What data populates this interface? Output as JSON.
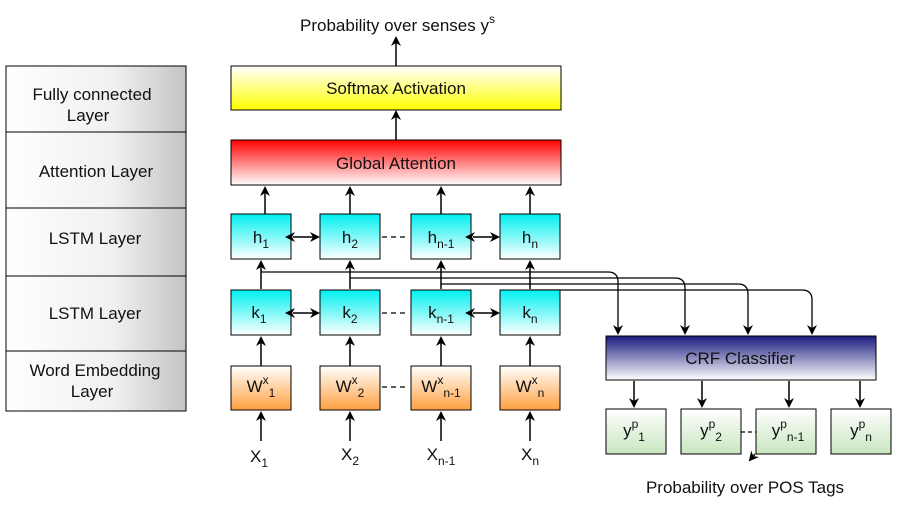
{
  "layers": [
    {
      "label_line1": "Fully connected",
      "label_line2": "Layer"
    },
    {
      "label_line1": "Attention Layer",
      "label_line2": ""
    },
    {
      "label_line1": "LSTM Layer",
      "label_line2": ""
    },
    {
      "label_line1": "LSTM Layer",
      "label_line2": ""
    },
    {
      "label_line1": "Word Embedding",
      "label_line2": "Layer"
    }
  ],
  "top_caption": {
    "text": "Probability over senses y",
    "sup": "s"
  },
  "softmax": {
    "label": "Softmax Activation"
  },
  "attention": {
    "label": "Global Attention"
  },
  "h_nodes": [
    {
      "base": "h",
      "sub": "1"
    },
    {
      "base": "h",
      "sub": "2"
    },
    {
      "base": "h",
      "sub": "n-1"
    },
    {
      "base": "h",
      "sub": "n"
    }
  ],
  "k_nodes": [
    {
      "base": "k",
      "sub": "1"
    },
    {
      "base": "k",
      "sub": "2"
    },
    {
      "base": "k",
      "sub": "n-1"
    },
    {
      "base": "k",
      "sub": "n"
    }
  ],
  "w_nodes": [
    {
      "base": "W",
      "sup": "x",
      "sub": "1"
    },
    {
      "base": "W",
      "sup": "x",
      "sub": "2"
    },
    {
      "base": "W",
      "sup": "x",
      "sub": "n-1"
    },
    {
      "base": "W",
      "sup": "x",
      "sub": "n"
    }
  ],
  "inputs": [
    {
      "base": "X",
      "sub": "1"
    },
    {
      "base": "X",
      "sub": "2"
    },
    {
      "base": "X",
      "sub": "n-1"
    },
    {
      "base": "X",
      "sub": "n"
    }
  ],
  "crf": {
    "label": "CRF Classifier"
  },
  "y_nodes": [
    {
      "base": "y",
      "sup": "p",
      "sub": "1"
    },
    {
      "base": "y",
      "sup": "p",
      "sub": "2"
    },
    {
      "base": "y",
      "sup": "p",
      "sub": "n-1"
    },
    {
      "base": "y",
      "sup": "p",
      "sub": "n"
    }
  ],
  "bottom_caption": {
    "text": "Probability over POS Tags"
  },
  "colors": {
    "softmax_top": "#ffffff",
    "softmax_bottom": "#ffff00",
    "attention_top": "#ff0000",
    "attention_bottom": "#ffffff",
    "lstm_top": "#00ffff",
    "lstm_bottom": "#ffffff",
    "embed_top": "#ffffff",
    "embed_bottom": "#ffa040",
    "crf_top": "#1a1a80",
    "crf_bottom": "#ffffff",
    "ybox_top": "#ffffff",
    "ybox_bottom": "#c8e6c0",
    "side_left": "#ffffff",
    "side_right": "#c8c8c8"
  }
}
